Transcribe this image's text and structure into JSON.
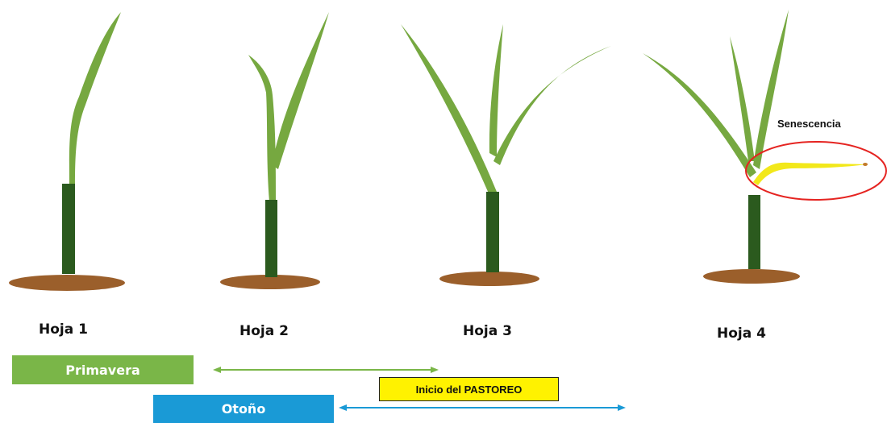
{
  "leaves": [
    {
      "label": "Hoja 1"
    },
    {
      "label": "Hoja 2"
    },
    {
      "label": "Hoja 3"
    },
    {
      "label": "Hoja 4"
    }
  ],
  "senescence_label": "Senescencia",
  "seasons": {
    "spring": {
      "label": "Primavera",
      "color": "#7ab648"
    },
    "autumn": {
      "label": "Otoño",
      "color": "#1a9ad6"
    }
  },
  "grazing_start": {
    "label": "Inicio del PASTOREO",
    "color": "#fff200"
  },
  "colors": {
    "leaf": "#76a840",
    "stem": "#2b5a1e",
    "soil": "#9b5f2b",
    "senescent_leaf": "#f2e81a",
    "circle": "#e52421"
  }
}
